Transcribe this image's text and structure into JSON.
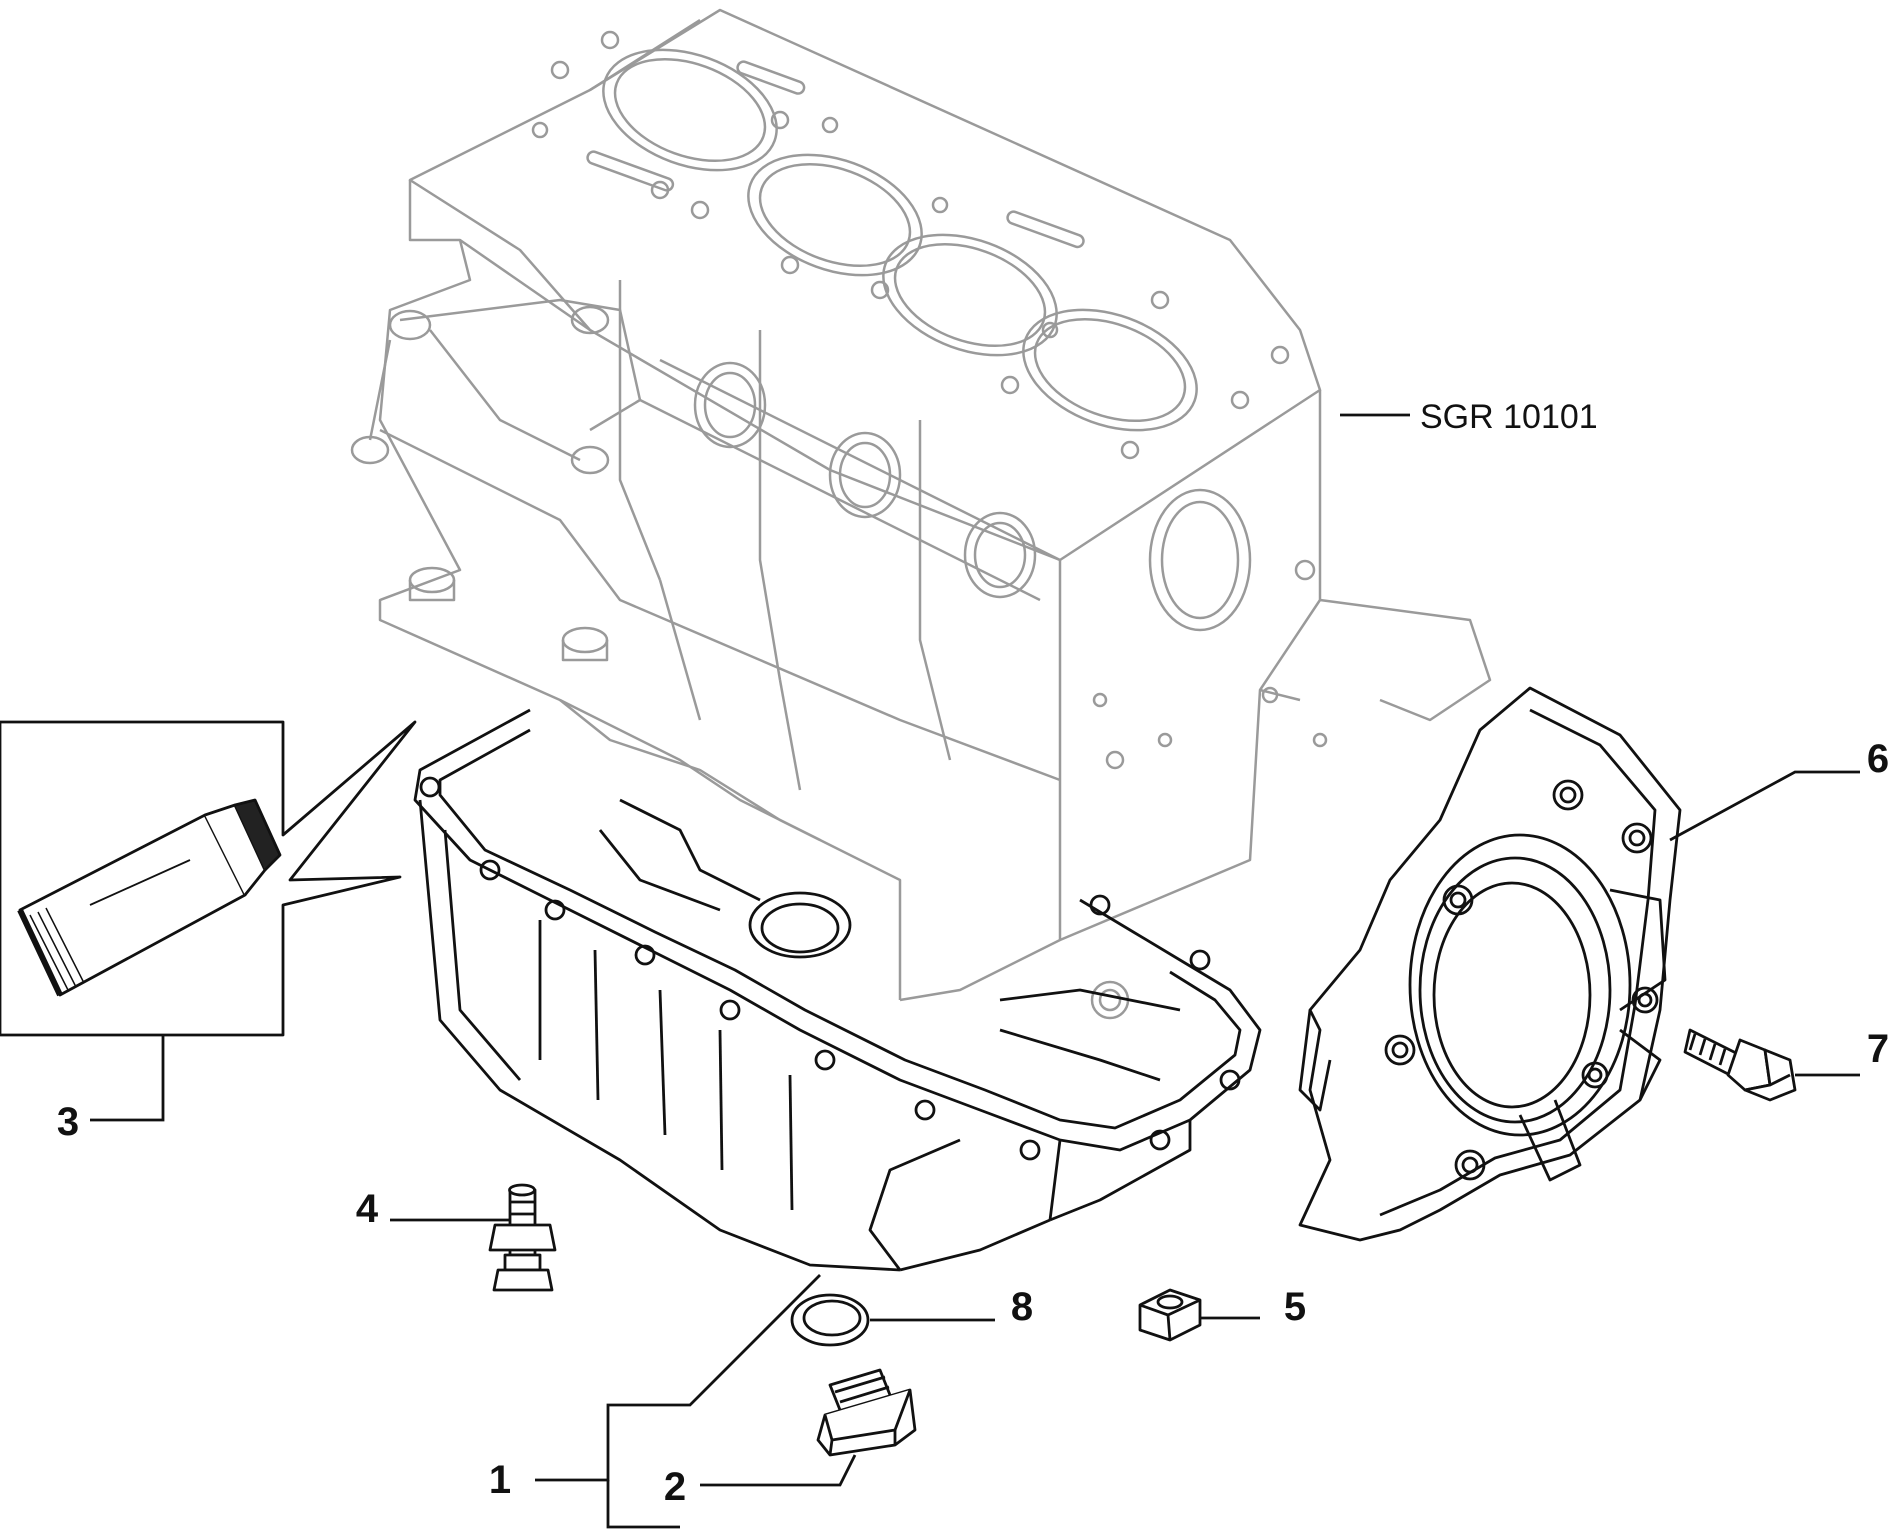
{
  "diagram": {
    "reference": "SGR 10101",
    "colors": {
      "background": "#ffffff",
      "ghost_line": "#9a9a9a",
      "part_line": "#111111",
      "tube_tip": "#222222"
    },
    "callouts": [
      {
        "id": "oil-sump",
        "label": "1"
      },
      {
        "id": "drain-plug",
        "label": "2"
      },
      {
        "id": "sealant-tube",
        "label": "3"
      },
      {
        "id": "stud-bolt",
        "label": "4"
      },
      {
        "id": "hex-nut",
        "label": "5"
      },
      {
        "id": "rear-seal-cover",
        "label": "6"
      },
      {
        "id": "hex-screw",
        "label": "7"
      },
      {
        "id": "sealing-washer",
        "label": "8"
      }
    ]
  }
}
